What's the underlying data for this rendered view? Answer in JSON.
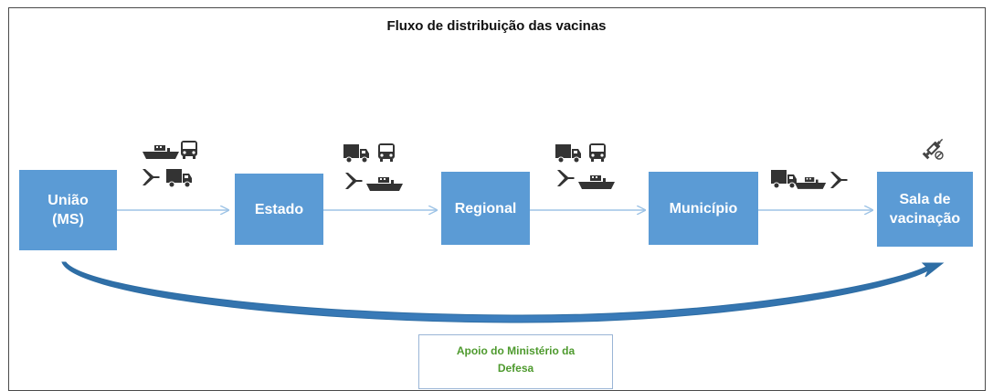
{
  "diagram": {
    "title": "Fluxo de distribuição das vacinas",
    "nodes": [
      {
        "id": "uniao",
        "label": "União\n(MS)"
      },
      {
        "id": "estado",
        "label": "Estado"
      },
      {
        "id": "regional",
        "label": "Regional"
      },
      {
        "id": "municipio",
        "label": "Município"
      },
      {
        "id": "sala",
        "label": "Sala de\nvacinação"
      }
    ],
    "transport_icons": [
      [
        "ship-icon",
        "bus-icon",
        "airplane-icon",
        "truck-icon"
      ],
      [
        "truck-icon",
        "bus-icon",
        "airplane-icon",
        "ship-icon"
      ],
      [
        "truck-icon",
        "bus-icon",
        "airplane-icon",
        "ship-icon"
      ],
      [
        "truck-icon",
        "ship-icon",
        "airplane-icon"
      ]
    ],
    "vaccine_icon": "syringe-icon",
    "support": {
      "label": "Apoio do Ministério da\nDefesa"
    },
    "colors": {
      "node_fill": "#5b9bd5",
      "arrow": "#9dc3e6",
      "curved_arrow": "#2e6da4",
      "support_text": "#4e9a2e"
    }
  }
}
